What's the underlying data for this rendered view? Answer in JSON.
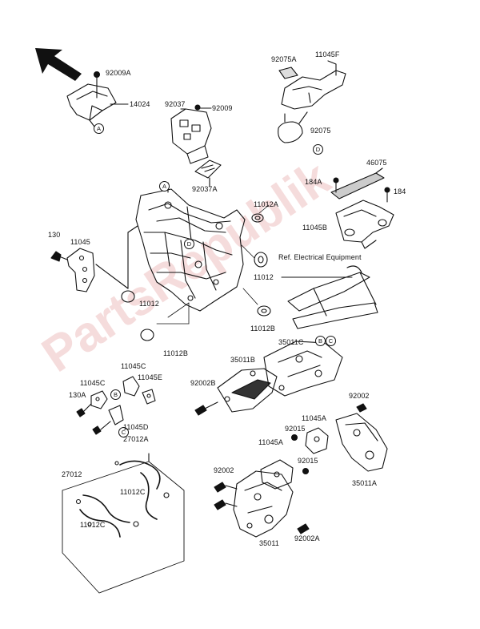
{
  "colors": {
    "ink": "#111111",
    "paper": "#ffffff",
    "watermark": "#d25f5f"
  },
  "icons": {
    "direction": "arrow-up-left-icon"
  },
  "watermark": "PartsRepublik",
  "labels": {
    "p92009A": "92009A",
    "p14024": "14024",
    "p92075A": "92075A",
    "p11045F": "11045F",
    "p92037": "92037",
    "p92009": "92009",
    "p92075": "92075",
    "p92037A": "92037A",
    "p46075": "46075",
    "p184A": "184A",
    "p184": "184",
    "p11012A": "11012A",
    "p130": "130",
    "p11045": "11045",
    "p11045B": "11045B",
    "ref_electrical": "Ref. Electrical Equipment",
    "p11012_r": "11012",
    "p11012_l": "11012",
    "p11012B_r": "11012B",
    "p11012B_l": "11012B",
    "p35011B": "35011B",
    "p35011C": "35011C",
    "p11045C_a": "11045C",
    "p11045E": "11045E",
    "p11045C_b": "11045C",
    "p130A": "130A",
    "p92002B": "92002B",
    "p92002_r": "92002",
    "p11045A_r": "11045A",
    "p92015_a": "92015",
    "p11045D": "11045D",
    "p27012A": "27012A",
    "p11045A_c": "11045A",
    "p92015_b": "92015",
    "p35011A": "35011A",
    "p27012": "27012",
    "p92002_c": "92002",
    "p11012C_a": "11012C",
    "p11012C_b": "11012C",
    "p35011": "35011",
    "p92002A": "92002A"
  },
  "refs": {
    "A": "A",
    "B": "B",
    "C": "C",
    "D": "D"
  }
}
